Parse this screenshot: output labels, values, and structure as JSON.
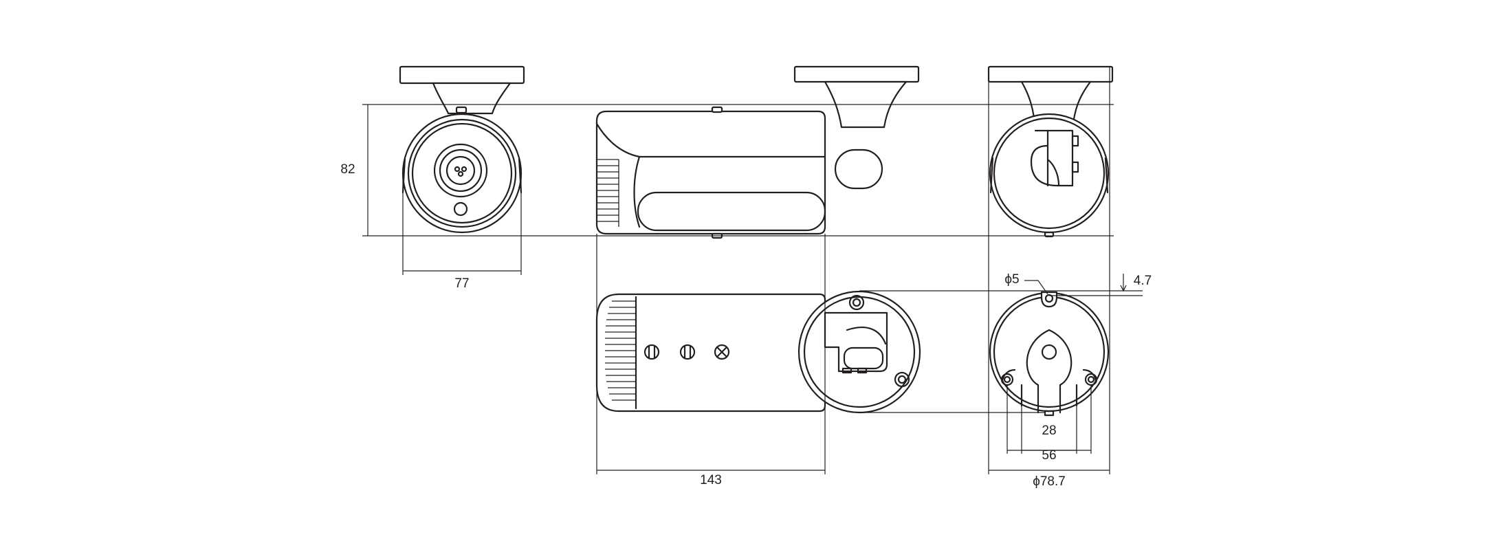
{
  "dimensions": {
    "height": "82",
    "front_width": "77",
    "length": "143",
    "hole_dia": "ϕ5",
    "hole_offset": "4.7",
    "slot_width": "28",
    "hole_spacing": "56",
    "base_dia": "ϕ78.7"
  },
  "colors": {
    "line": "#231f20",
    "background": "#ffffff"
  }
}
